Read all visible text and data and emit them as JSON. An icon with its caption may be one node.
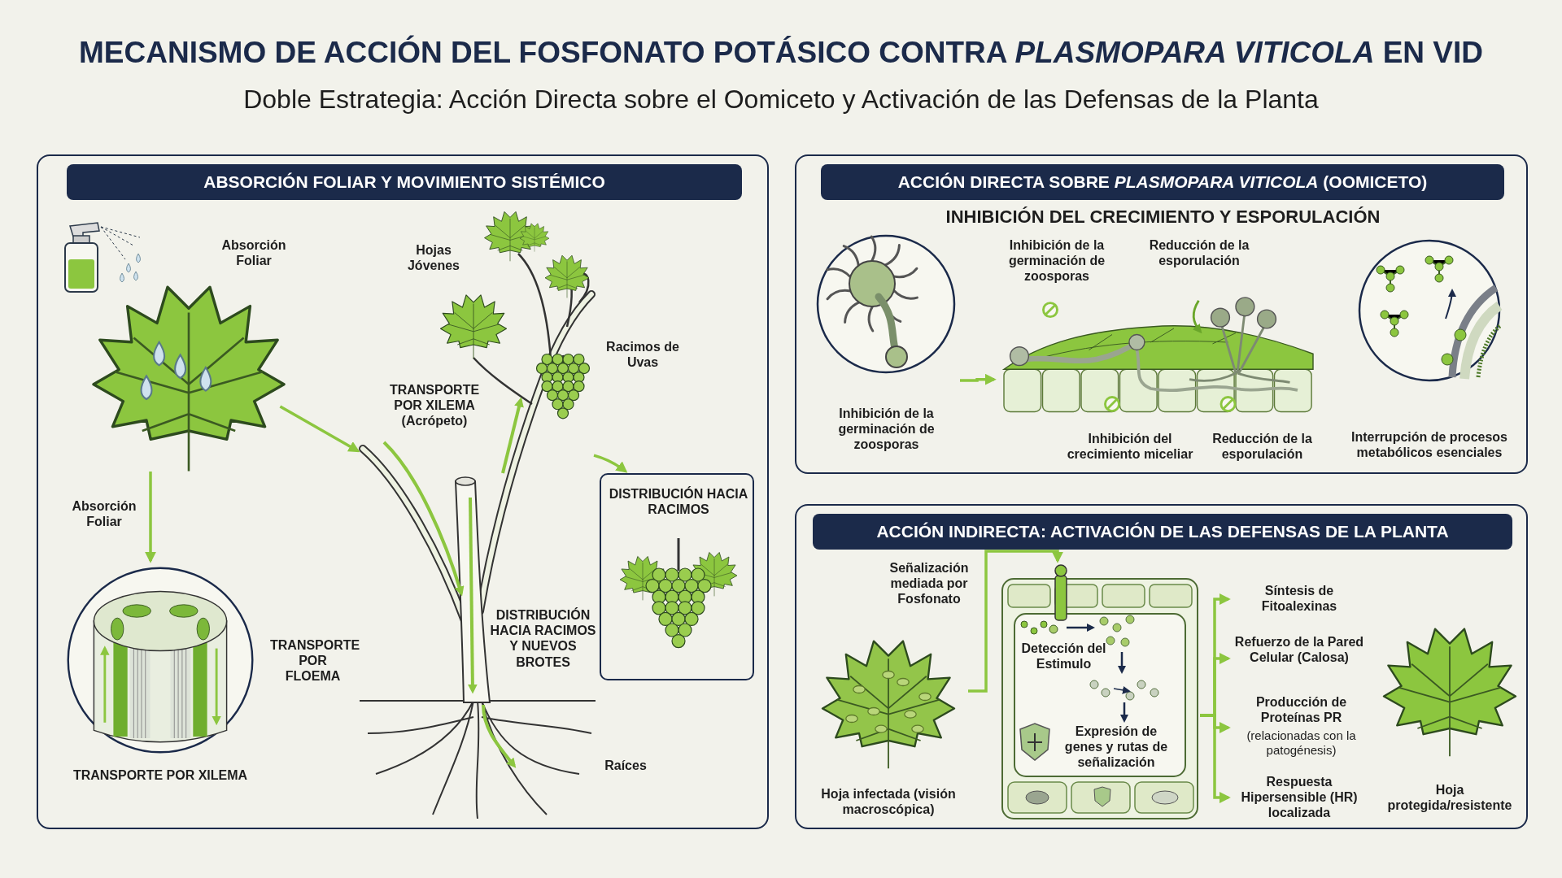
{
  "diagram": {
    "title": "MECANISMO DE ACCIÓN DEL FOSFONATO POTÁSICO CONTRA *PLASMOPARA VITICOLA* EN VID",
    "nodes": [
      {
        "text": [
          "ABSORCIÓN FOLIAR Y MOVIMIENTO SISTÉMICO"
        ]
      },
      {
        "text": [
          "ACCIÓN DIRECTA SOBRE *PLASMOPARA VITICOLA* (OOMICETO)",
          "INHIBICIÓN DEL CRECIMIENTO Y ESPORULACIÓN"
        ]
      },
      {
        "text": [
          "ACCIÓN INDIRECTA: ACTIVACIÓN DE LAS DEFENSAS DE LA PLANTA"
        ]
      },
      {
        "text": [],
        "shape": "picture",
        "in": 0
      },
      {
        "text": [],
        "shape": "picture",
        "in": 0,
        "beside": [
          "Absorción Foliar"
        ]
      },
      {
        "text": [],
        "shape": "picture",
        "in": 0,
        "beside": [
          "TRANSPORTE POR XILEMA"
        ]
      },
      {
        "text": [
          "Hojas Jóvenes",
          "TRANSPORTE POR XILEMA (Acrópeto)",
          "DISTRIBUCIÓN HACIA RACIMOS Y NUEVOS BROTES"
        ],
        "in": 0,
        "beside": [
          "Racimos de Uvas",
          "TRANSPORTE POR FLOEMA",
          "Raíces"
        ]
      },
      {
        "text": [
          "DISTRIBUCIÓN HACIA RACIMOS"
        ],
        "in": 0
      },
      {
        "text": [],
        "shape": "picture",
        "in": 1,
        "beside": [
          "Inhibición de la germinación de zoosporas"
        ]
      },
      {
        "text": [
          "Inhibición de la germinación de zoosporas",
          "Reducción de la esporulación",
          "Inhibición del crecimiento miceliar",
          "Reducción de la esporulación"
        ],
        "in": 1
      },
      {
        "text": [],
        "shape": "picture",
        "in": 1,
        "beside": [
          "Interrupción de procesos metabólicos esenciales"
        ]
      },
      {
        "text": [],
        "shape": "picture",
        "in": 2,
        "beside": [
          "Hoja infectada (visión macroscópica)"
        ]
      },
      {
        "text": [
          "Detección del Estimulo",
          "Expresión de genes y rutas de señalización"
        ],
        "in": 2
      },
      {
        "text": [
          "Síntesis de Fitoalexinas"
        ],
        "in": 2
      },
      {
        "text": [
          "Refuerzo de la Pared Celular (Calosa)"
        ],
        "in": 2
      },
      {
        "text": [
          "Producción de Proteínas PR",
          "(relacionadas con la patogénesis)"
        ],
        "in": 2
      },
      {
        "text": [
          "Respuesta Hipersensible (HR) localizada"
        ],
        "in": 2
      },
      {
        "text": [],
        "shape": "picture",
        "in": 2,
        "beside": [
          "Hoja protegida/resistente"
        ]
      }
    ],
    "edges": [
      {
        "from": 4,
        "to": 5,
        "arrow": "to",
        "label": "Absorción Foliar"
      },
      {
        "from": 4,
        "to": 6,
        "arrow": "to"
      },
      {
        "from": 6,
        "to": 7,
        "arrow": "to"
      },
      {
        "from": 8,
        "to": 9,
        "arrow": "to"
      },
      {
        "from": 11,
        "to": 12,
        "arrow": "to",
        "label": "Señalización mediada por Fosfonato"
      },
      {
        "from": 12,
        "to": 13,
        "arrow": "to"
      },
      {
        "from": 12,
        "to": 14,
        "arrow": "to"
      },
      {
        "from": 12,
        "to": 15,
        "arrow": "to"
      },
      {
        "from": 12,
        "to": 16,
        "arrow": "to"
      }
    ],
    "labels": [
      "Doble Estrategia: Acción Directa sobre el Oomiceto y Activación de las Defensas de la Planta"
    ]
  }
}
